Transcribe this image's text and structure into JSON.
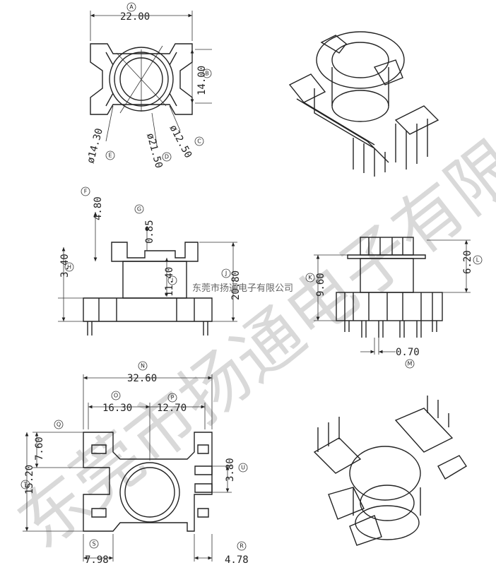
{
  "top_view": {
    "width": "22.00",
    "width_mark": "A",
    "height": "14.00",
    "height_mark": "B",
    "dia_inner": "ø12.50",
    "dia_inner_mark": "C",
    "dia_outer": "ø21.50",
    "dia_outer_mark": "D",
    "dia_mid": "ø14.30",
    "dia_mid_mark": "E"
  },
  "front_view": {
    "top_flange": "4.80",
    "top_flange_mark": "F",
    "slot": "0.85",
    "slot_mark": "G",
    "bottom_flange": "3.40",
    "bottom_flange_mark": "H",
    "core_height": "11.40",
    "core_height_mark": "I",
    "total_height": "20.80",
    "total_height_mark": "J"
  },
  "side_view": {
    "body_height": "9.60",
    "body_height_mark": "K",
    "pin_length": "6.20",
    "pin_length_mark": "L",
    "pin_width": "0.70",
    "pin_width_mark": "M"
  },
  "bottom_view": {
    "overall_width": "32.60",
    "overall_width_mark": "N",
    "half_width": "16.30",
    "half_width_mark": "O",
    "inner_width": "12.70",
    "inner_width_mark": "P",
    "pin_pitch": "7.60",
    "pin_pitch_mark": "Q",
    "pin_row_left": "7.98",
    "pin_row_left_mark": "S",
    "pin_row_right": "4.78",
    "pin_row_right_mark": "R",
    "row_span": "15.20",
    "row_span_mark": "T",
    "small_pitch": "3.80",
    "small_pitch_mark": "U"
  },
  "watermark": {
    "large": "东莞市扬通电子有限公司",
    "small": "东莞市扬通电子有限公司"
  }
}
